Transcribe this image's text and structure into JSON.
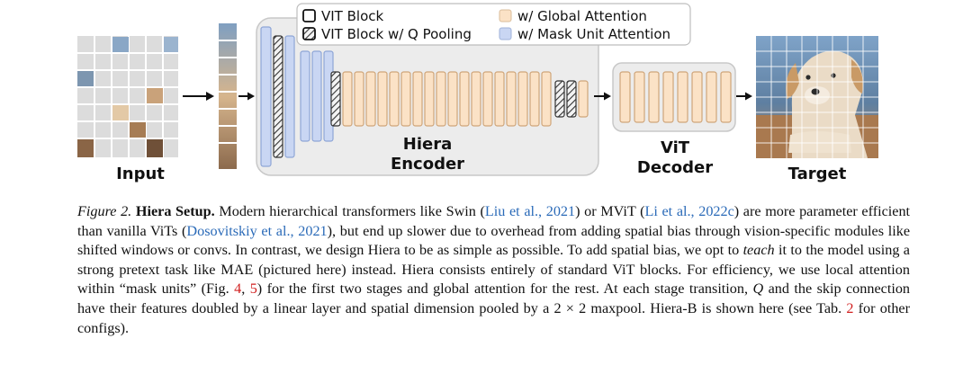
{
  "figure": {
    "input_label": "Input",
    "target_label": "Target",
    "encoder_label_line1": "Hiera",
    "encoder_label_line2": "Encoder",
    "decoder_label_line1": "ViT",
    "decoder_label_line2": "Decoder",
    "legend": {
      "vit_block": "VIT Block",
      "vit_block_q_pooling": "VIT Block w/ Q Pooling",
      "global_attention": "w/ Global Attention",
      "mask_unit_attention": "w/ Mask Unit Attention"
    },
    "colors": {
      "mask_unit_blue": "#c9d6f3",
      "global_peach": "#fbe2c6",
      "encoder_panel": "#ececec",
      "legend_border": "#bdbdbd"
    }
  },
  "caption": {
    "figure_no": "Figure 2.",
    "title": "Hiera Setup.",
    "p1": "Modern hierarchical transformers like Swin (",
    "c1": "Liu et al., 2021",
    "p2": ") or MViT (",
    "c2": "Li et al., 2022c",
    "p3": ") are more parameter efficient than vanilla ViTs (",
    "c3": "Dosovitskiy et al., 2021",
    "p4": "), but end up slower due to overhead from adding spatial bias through vision-specific modules like shifted windows or convs. In contrast, we design Hiera to be as simple as possible. To add spatial bias, we opt to ",
    "em1": "teach",
    "p5": " it to the model using a strong pretext task like MAE (pictured here) instead. Hiera consists entirely of standard ViT blocks. For efficiency, we use local attention within “mask units” (Fig. ",
    "r1": "4",
    "p6": ", ",
    "r2": "5",
    "p7": ") for the first two stages and global attention for the rest. At each stage transition, ",
    "q": "Q",
    "p8": " and the skip connection have their features doubled by a linear layer and spatial dimension pooled by a 2 × 2 maxpool. Hiera-B is shown here (see Tab. ",
    "r3": "2",
    "p9": " for other configs)."
  }
}
